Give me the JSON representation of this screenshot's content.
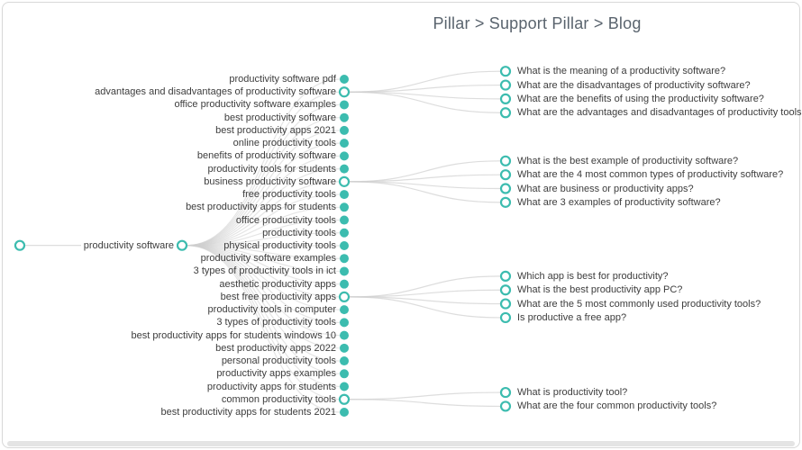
{
  "breadcrumb": "Pillar > Support Pillar > Blog",
  "colors": {
    "node_teal": "#3cbcaf",
    "link_gray": "#cfcfcf",
    "label_text": "#3d3d3d",
    "title_text": "#5a646e",
    "card_border": "#d8d8d8"
  },
  "tree": {
    "root": {
      "label": "productivity software"
    },
    "keywords": [
      {
        "label": "productivity software pdf"
      },
      {
        "label": "advantages and disadvantages of productivity software",
        "questions": [
          "What is the meaning of a productivity software?",
          "What are the disadvantages of productivity software?",
          "What are the benefits of using the productivity software?",
          "What are the advantages and disadvantages of productivity tools?"
        ]
      },
      {
        "label": "office productivity software examples"
      },
      {
        "label": "best productivity software"
      },
      {
        "label": "best productivity apps 2021"
      },
      {
        "label": "online productivity tools"
      },
      {
        "label": "benefits of productivity software"
      },
      {
        "label": "productivity tools for students"
      },
      {
        "label": "business productivity software",
        "questions": [
          "What is the best example of productivity software?",
          "What are the 4 most common types of productivity software?",
          "What are business or productivity apps?",
          "What are 3 examples of productivity software?"
        ]
      },
      {
        "label": "free productivity tools"
      },
      {
        "label": "best productivity apps for students"
      },
      {
        "label": "office productivity tools"
      },
      {
        "label": "productivity tools"
      },
      {
        "label": "physical productivity tools"
      },
      {
        "label": "productivity software examples"
      },
      {
        "label": "3 types of productivity tools in ict"
      },
      {
        "label": "aesthetic productivity apps"
      },
      {
        "label": "best free productivity apps",
        "questions": [
          "Which app is best for productivity?",
          "What is the best productivity app PC?",
          "What are the 5 most commonly used productivity tools?",
          "Is productive a free app?"
        ]
      },
      {
        "label": "productivity tools in computer"
      },
      {
        "label": "3 types of productivity tools"
      },
      {
        "label": "best productivity apps for students windows 10"
      },
      {
        "label": "best productivity apps 2022"
      },
      {
        "label": "personal productivity tools"
      },
      {
        "label": "productivity apps examples"
      },
      {
        "label": "productivity apps for students"
      },
      {
        "label": "common productivity tools",
        "questions": [
          "What is productivity tool?",
          "What are the four common productivity tools?"
        ]
      },
      {
        "label": "best productivity apps for students 2021"
      }
    ]
  }
}
